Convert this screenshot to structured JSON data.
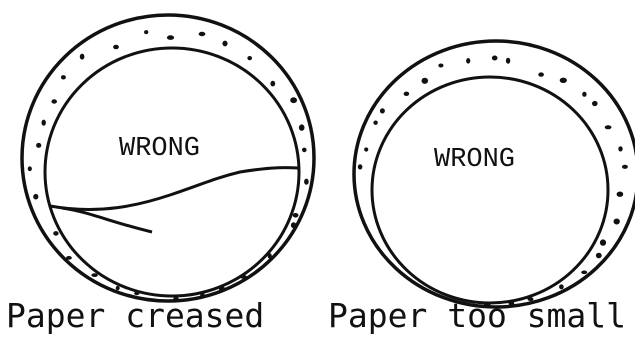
{
  "figures": [
    {
      "label": "WRONG",
      "caption": "Paper creased"
    },
    {
      "label": "WRONG",
      "caption": "Paper too small"
    }
  ],
  "colors": {
    "ink": "#111111",
    "background": "#ffffff"
  }
}
